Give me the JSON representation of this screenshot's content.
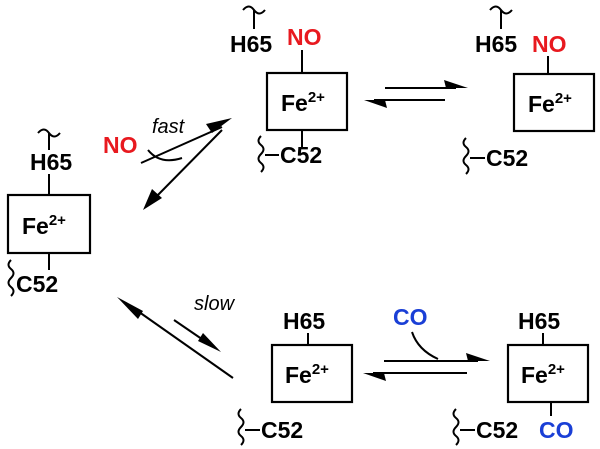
{
  "labels": {
    "histidine": "H65",
    "cysteine": "C52",
    "iron": "Fe",
    "iron_charge": "2+",
    "nitric_oxide": "NO",
    "carbon_monoxide": "CO",
    "rate_fast": "fast",
    "rate_slow": "slow"
  },
  "colors": {
    "black": "#000000",
    "nitric_oxide": "#e8191f",
    "carbon_monoxide": "#1a3fd6"
  }
}
